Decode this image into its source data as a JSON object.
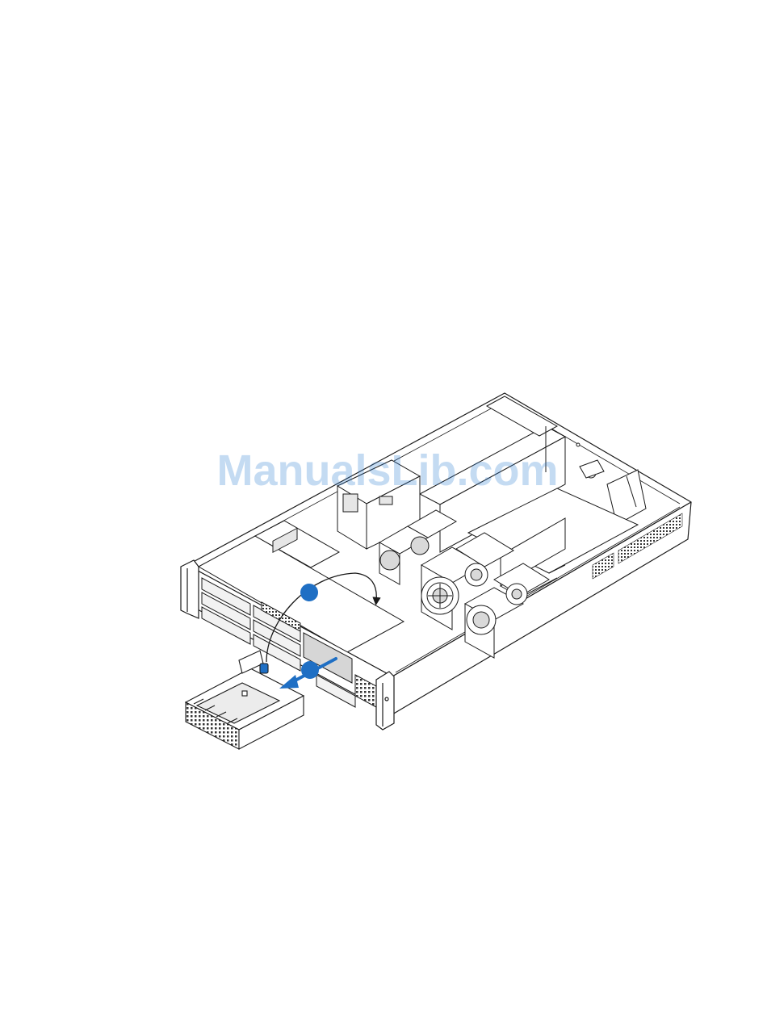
{
  "watermark": {
    "text": "ManualsLib.com"
  },
  "colors": {
    "line": "#1a1a1a",
    "callout": "#1f6fc4",
    "chassis_fill": "#ffffff",
    "shade": "#d9d9d9",
    "dark_shade": "#9a9a9a"
  },
  "callouts": [
    {
      "id": "1",
      "label": ""
    },
    {
      "id": "2",
      "label": ""
    }
  ],
  "icons": {
    "rotate_arrow": "curved-arrow-icon",
    "pull_arrow": "straight-arrow-icon"
  }
}
